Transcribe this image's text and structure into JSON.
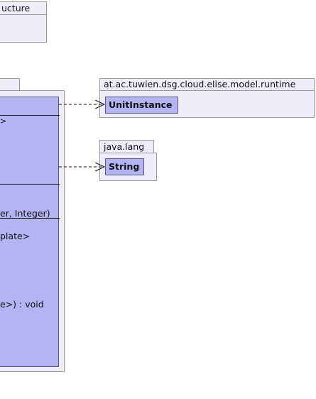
{
  "packages": {
    "top_left_fragment": "ucture",
    "runtime": "at.ac.tuwien.dsg.cloud.elise.model.runtime",
    "java_lang": "java.lang"
  },
  "classes": {
    "unit_instance": "UnitInstance",
    "string": "String"
  },
  "main_class": {
    "members": [
      "er, Integer)",
      "plate>",
      "e>) : void"
    ]
  },
  "colors": {
    "package_fill": "#eeeefb",
    "class_fill": "#b4b4f5",
    "border": "#555577"
  }
}
